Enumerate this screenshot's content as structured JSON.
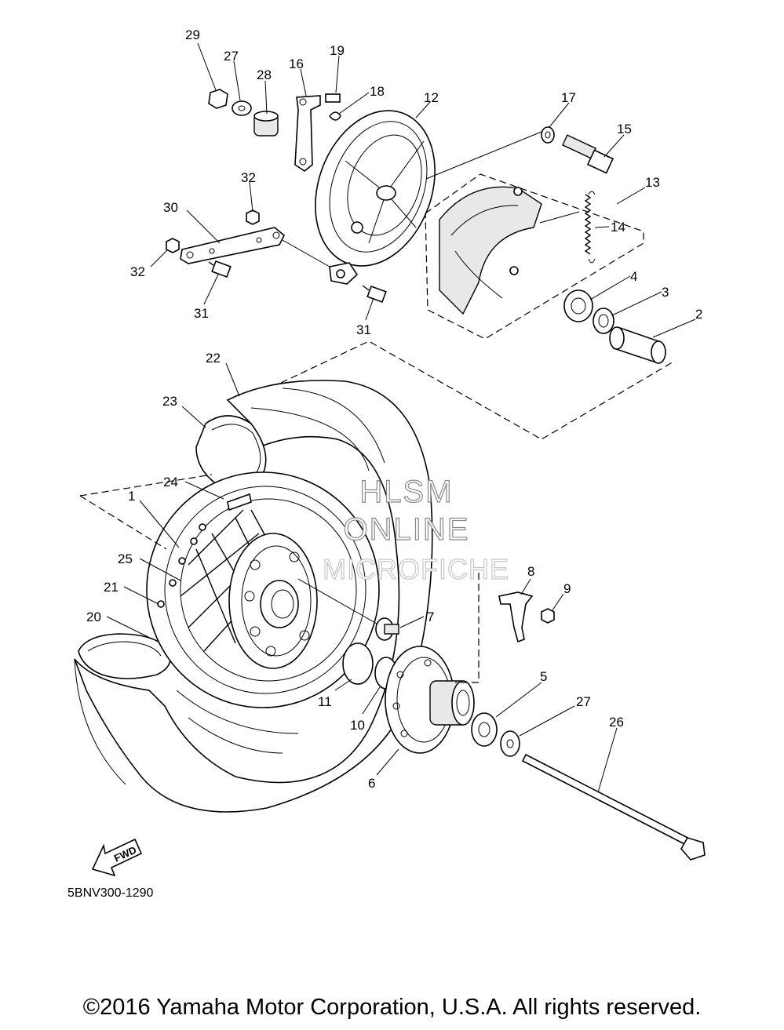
{
  "diagram": {
    "callouts": [
      "1",
      "2",
      "3",
      "4",
      "5",
      "6",
      "7",
      "8",
      "9",
      "10",
      "11",
      "12",
      "13",
      "14",
      "15",
      "16",
      "17",
      "18",
      "19",
      "20",
      "21",
      "22",
      "23",
      "24",
      "25",
      "26",
      "27",
      "27",
      "28",
      "29",
      "30",
      "31",
      "31",
      "32",
      "32"
    ],
    "fwd_label": "FWD",
    "figure_code": "5BNV300-1290",
    "watermark": [
      "HLSM",
      "ONLINE",
      "MICROFICHE"
    ]
  },
  "footer": {
    "copyright": "©2016 Yamaha Motor Corporation, U.S.A. All rights reserved."
  }
}
